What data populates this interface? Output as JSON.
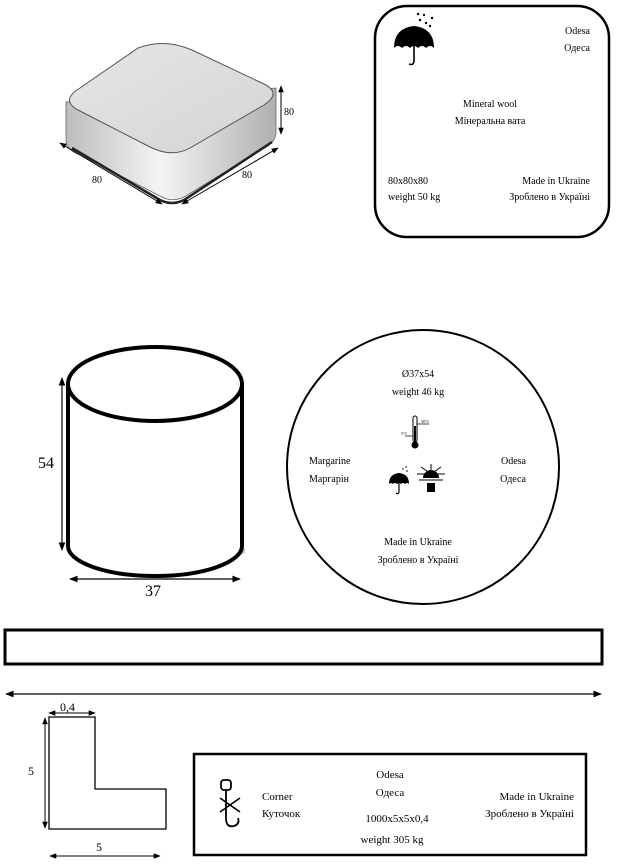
{
  "box": {
    "dim_left": "80",
    "dim_right": "80",
    "dim_height": "80"
  },
  "label1": {
    "city_en": "Odesa",
    "city_uk": "Одеса",
    "product_en": "Mineral wool",
    "product_uk": "Мінеральна вата",
    "size": "80x80x80",
    "weight": "weight 50 kg",
    "made_en": "Made in Ukraine",
    "made_uk": "Зроблено в Україні",
    "icon": "umbrella-icon"
  },
  "cylinder": {
    "dim_height": "54",
    "dim_diameter": "37"
  },
  "label2": {
    "size": "Ø37x54",
    "weight": "weight 46 kg",
    "product_en": "Margarine",
    "product_uk": "Маргарін",
    "city_en": "Odesa",
    "city_uk": "Одеса",
    "made_en": "Made in Ukraine",
    "made_uk": "Зроблено в Україні",
    "icons": [
      "thermometer-icon",
      "umbrella-icon",
      "sun-icon"
    ]
  },
  "corner": {
    "dim_thickness": "0,4",
    "dim_height": "5",
    "dim_width": "5"
  },
  "label3": {
    "product_en": "Corner",
    "product_uk": "Куточок",
    "city_en": "Odesa",
    "city_uk": "Одеса",
    "size": "1000x5x5x0,4",
    "weight": "weight 305 kg",
    "made_en": "Made in Ukraine",
    "made_uk": "Зроблено в Україні",
    "icon": "hook-icon"
  }
}
